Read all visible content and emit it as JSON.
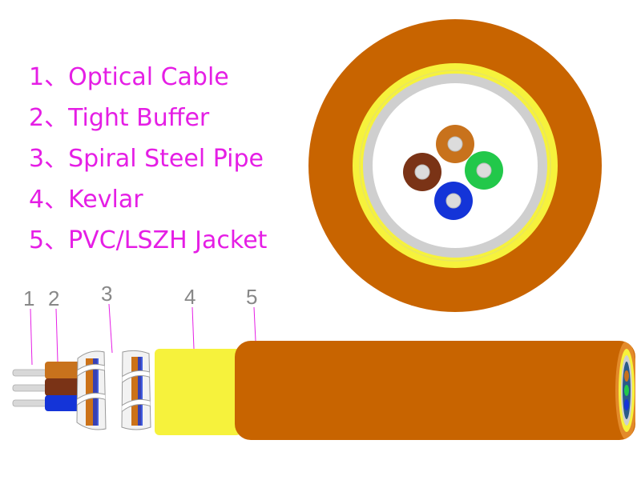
{
  "legend": {
    "items": [
      {
        "number": "1",
        "separator": "、",
        "label": "Optical Cable"
      },
      {
        "number": "2",
        "separator": "、",
        "label": "Tight Buffer"
      },
      {
        "number": "3",
        "separator": "、",
        "label": "Spiral Steel Pipe"
      },
      {
        "number": "4",
        "separator": "、",
        "label": "Kevlar"
      },
      {
        "number": "5",
        "separator": "、",
        "label": "PVC/LSZH Jacket"
      }
    ]
  },
  "callouts": [
    "1",
    "2",
    "3",
    "4",
    "5"
  ],
  "colors": {
    "legend_text": "#e51ee5",
    "jacket_orange": "#c86400",
    "kevlar_yellow": "#f6f23c",
    "steel_gray": "#cfcfcf",
    "fiber_orange": "#c8721c",
    "fiber_brown": "#7a3316",
    "fiber_green": "#22c84a",
    "fiber_blue": "#1434d8",
    "callout_gray": "#888888"
  }
}
